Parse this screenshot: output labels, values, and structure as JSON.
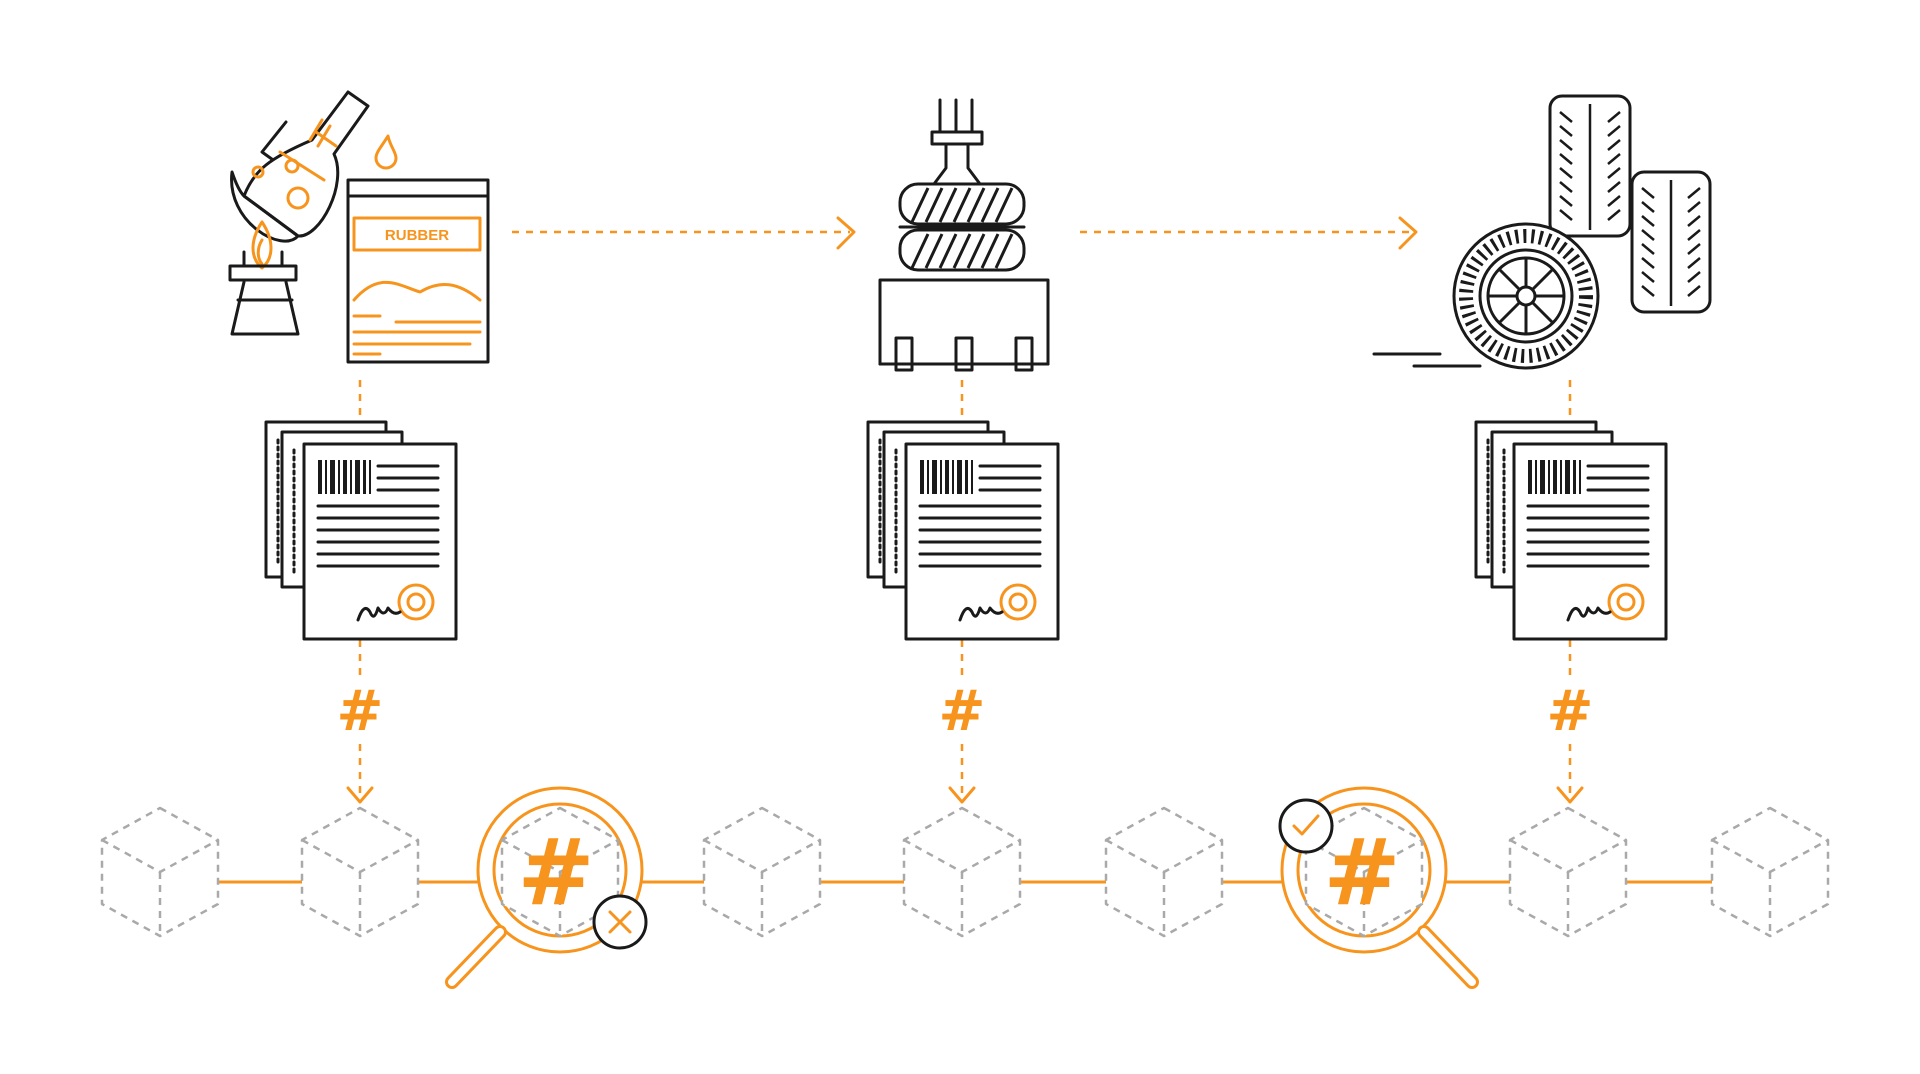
{
  "colors": {
    "accent": "#f7941d",
    "ink": "#1a1a1a",
    "block": "#a9a9a9",
    "background": "#ffffff"
  },
  "stages": [
    {
      "icon": "raw-materials-lab-icon",
      "label": "RUBBER"
    },
    {
      "icon": "tire-press-machine-icon"
    },
    {
      "icon": "finished-tires-icon"
    }
  ],
  "hash_symbol": "#",
  "verification": [
    {
      "result": "failed",
      "icon": "x-mark-icon"
    },
    {
      "result": "verified",
      "icon": "check-mark-icon"
    }
  ],
  "blockchain": {
    "blocks": 9
  }
}
